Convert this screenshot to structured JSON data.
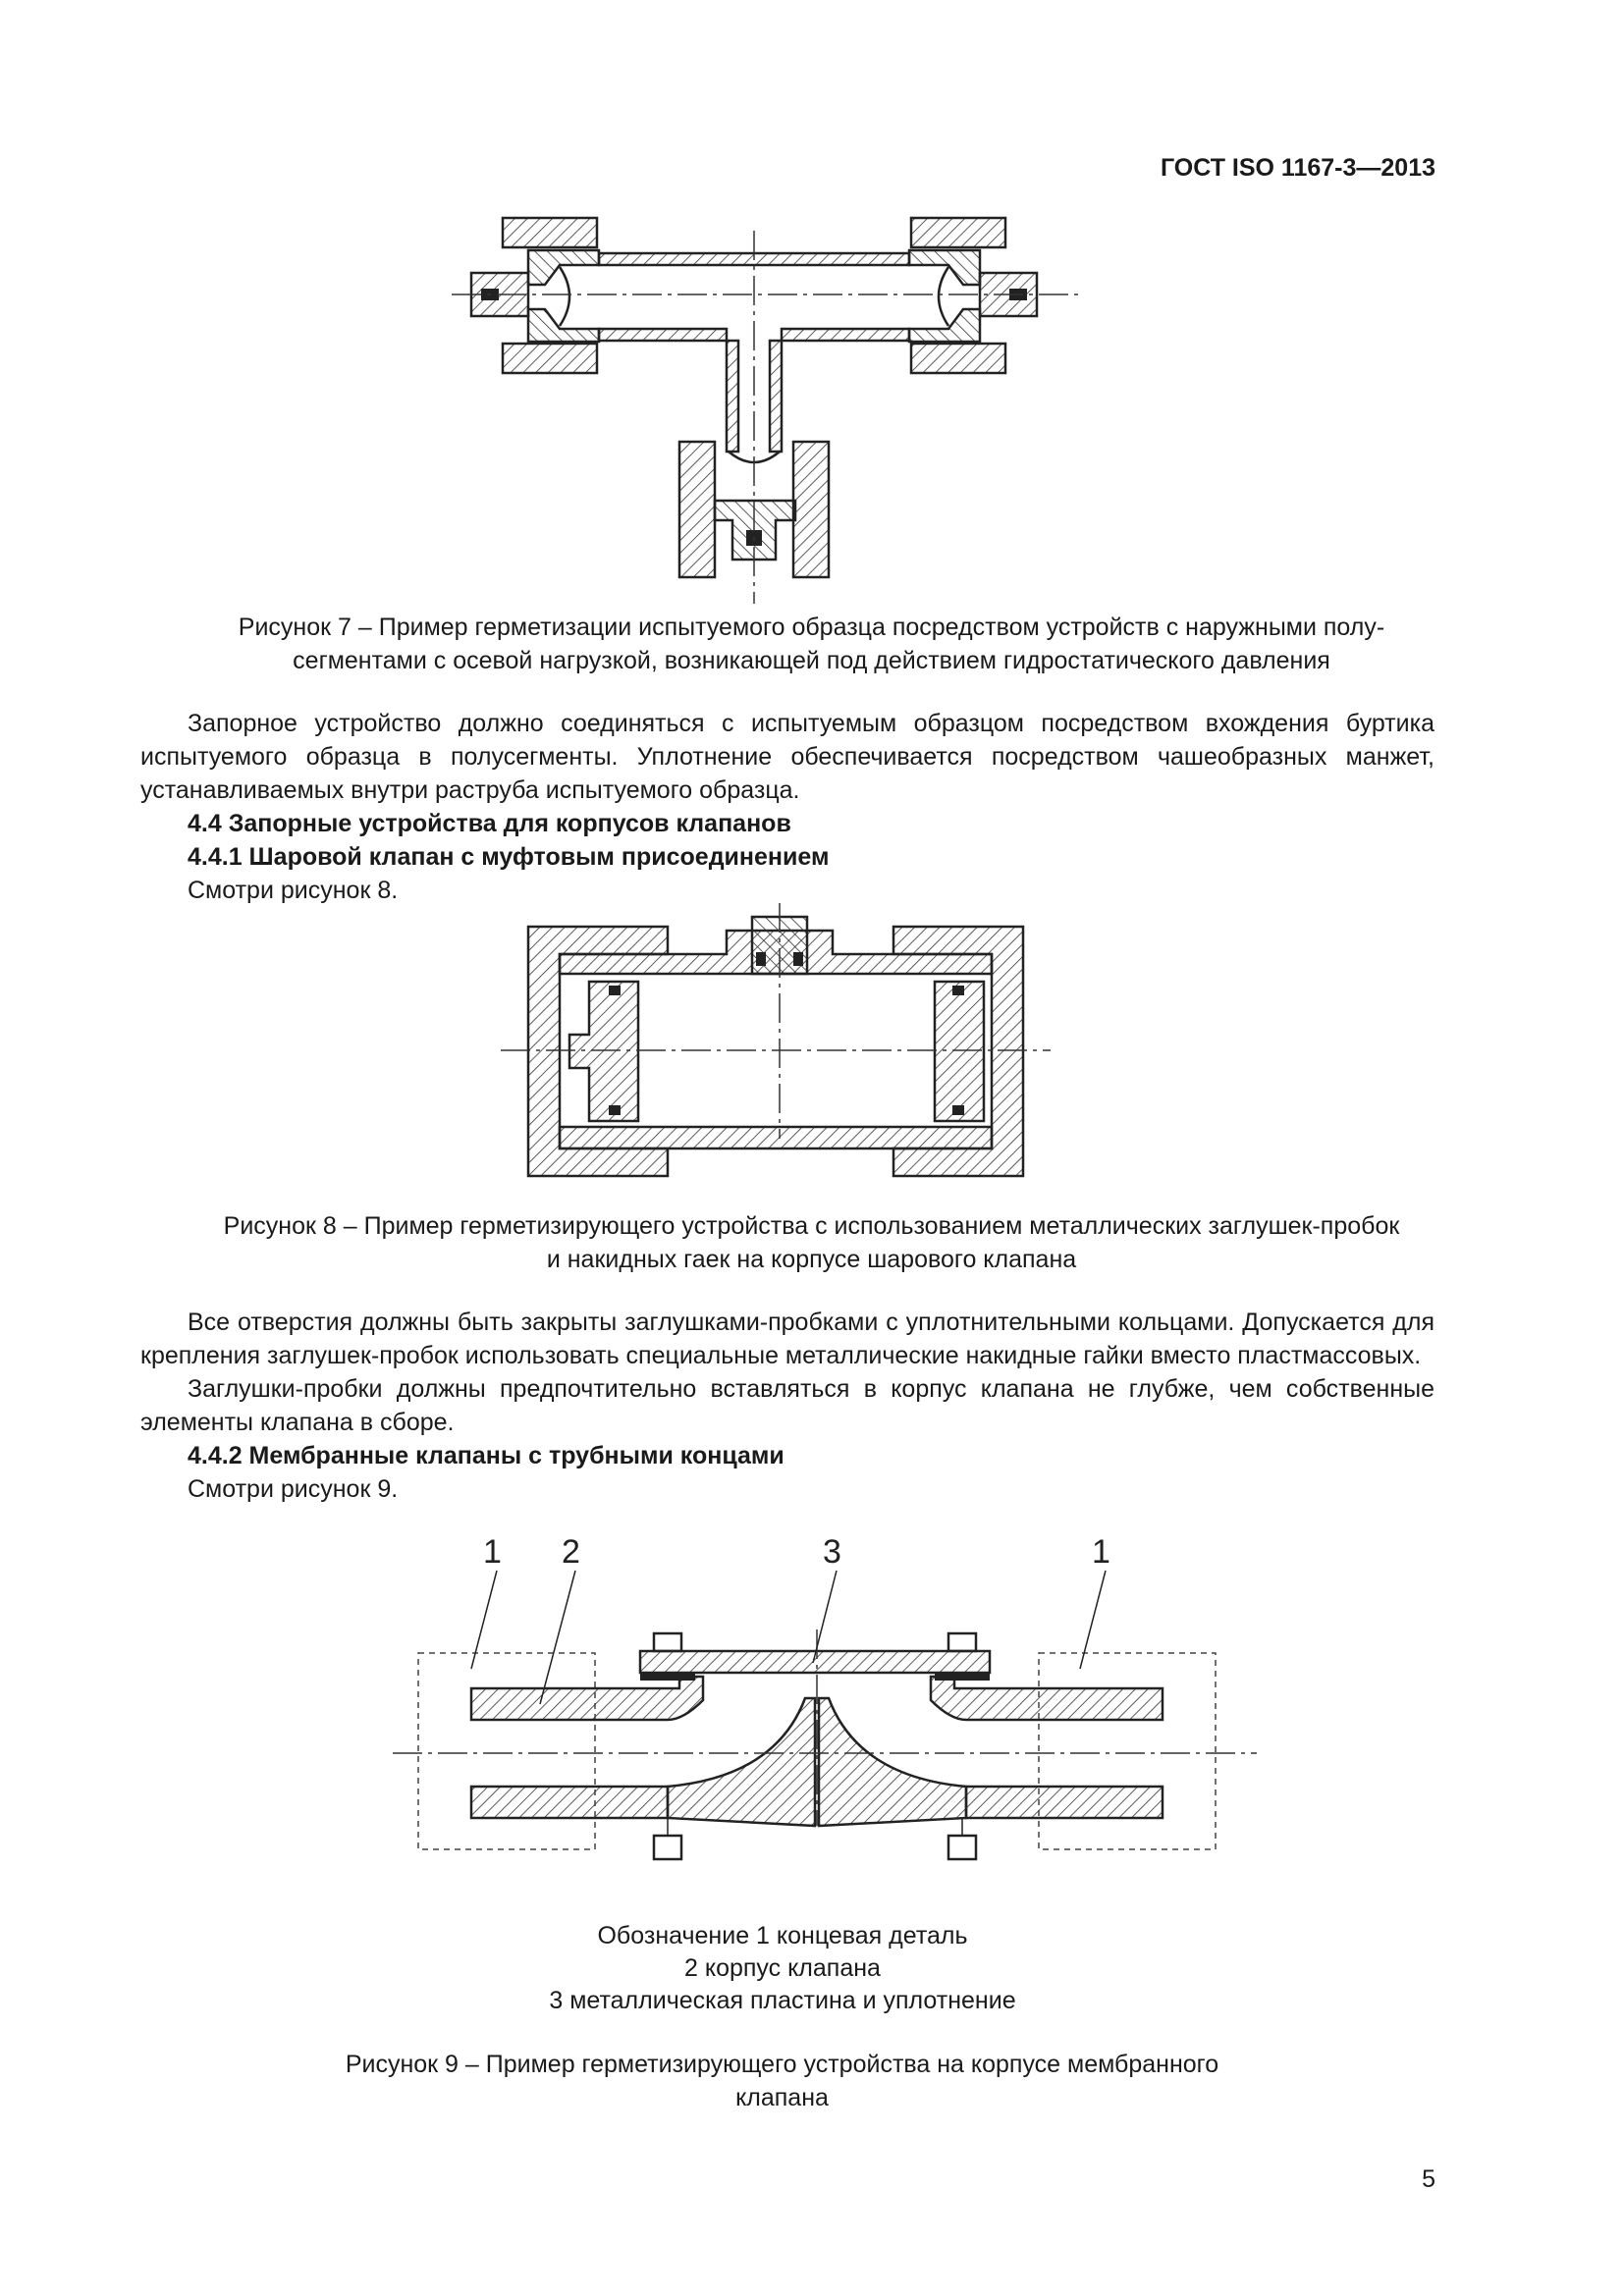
{
  "header": {
    "standard": "ГОСТ ISO 1167-3—2013"
  },
  "figure7": {
    "caption_line1": "Рисунок 7 – Пример герметизации испытуемого образца посредством устройств с наружными полу-",
    "caption_line2": "сегментами с осевой нагрузкой, возникающей под действием гидростатического давления"
  },
  "text1": {
    "p1": "Запорное устройство должно соединяться с испытуемым образцом посредством вхождения буртика испытуемого образца в полусегменты. Уплотнение обеспечивается посредством чашеобразных манжет, устанавливаемых внутри раструба испытуемого образца.",
    "h1": "4.4 Запорные устройства для корпусов клапанов",
    "h2": "4.4.1 Шаровой клапан с муфтовым присоединением",
    "ref": "Смотри рисунок 8."
  },
  "figure8": {
    "caption_line1": "Рисунок 8 – Пример герметизирующего устройства с использованием металлических заглушек-пробок",
    "caption_line2": "и накидных гаек на корпусе шарового клапана"
  },
  "text2": {
    "p1": "Все отверстия должны быть закрыты заглушками-пробками с уплотнительными кольцами. Допускается для крепления заглушек-пробок использовать специальные металлические накидные гайки вместо пластмассовых.",
    "p2": "Заглушки-пробки должны предпочтительно вставляться в корпус клапана не глубже, чем собственные элементы клапана в сборе.",
    "h1": "4.4.2 Мембранные клапаны с трубными концами",
    "ref": "Смотри рисунок 9."
  },
  "figure9": {
    "labels": [
      "1",
      "2",
      "3",
      "1"
    ],
    "legend_line1": "Обозначение 1 концевая деталь",
    "legend_line2": "2 корпус клапана",
    "legend_line3": "3 металлическая пластина и уплотнение",
    "caption_line1": "Рисунок 9 – Пример герметизирующего устройства на корпусе мембранного",
    "caption_line2": "клапана"
  },
  "page_number": "5"
}
